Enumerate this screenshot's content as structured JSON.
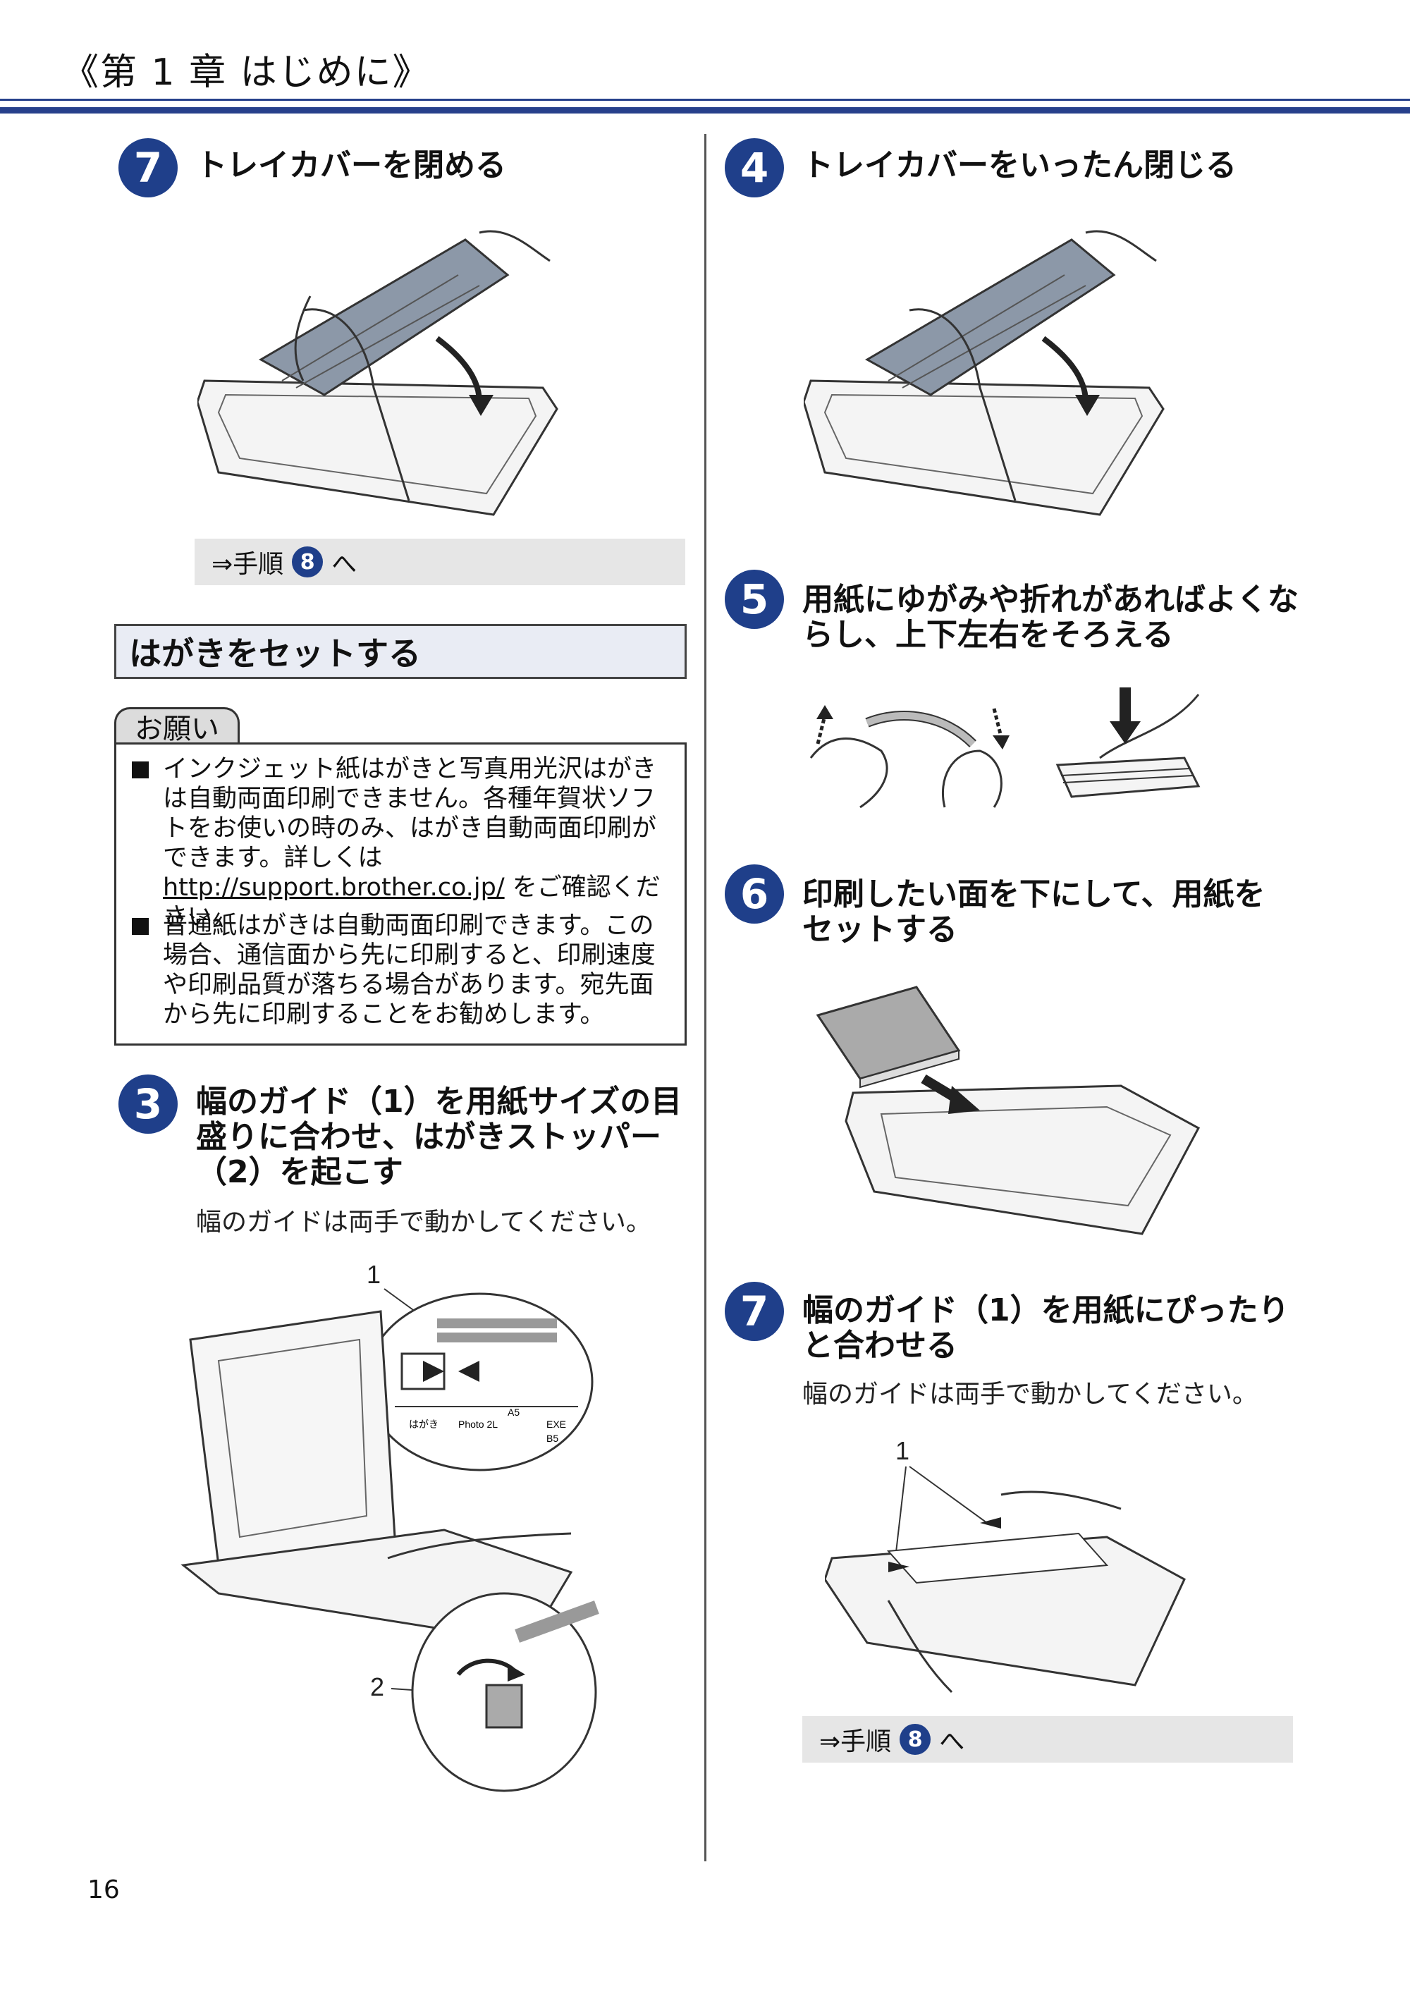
{
  "header": {
    "chapter": "《第 1 章 はじめに》"
  },
  "left": {
    "step7": {
      "number": "7",
      "title": "トレイカバーを閉める"
    },
    "ref1": {
      "prefix": "⇒手順",
      "num": "8",
      "suffix": "へ"
    },
    "section": {
      "title": "はがきをセットする"
    },
    "notice": {
      "tab": "お願い",
      "item1": {
        "before": "インクジェット紙はがきと写真用光沢はがきは自動両面印刷できません。各種年賀状ソフトをお使いの時のみ、はがき自動両面印刷ができます。詳しくは ",
        "link": "http://support.brother.co.jp/",
        "after": " をご確認ください。"
      },
      "item2": "普通紙はがきは自動両面印刷できます。この場合、通信面から先に印刷すると、印刷速度や印刷品質が落ちる場合があります。宛先面から先に印刷することをお勧めします。"
    },
    "step3": {
      "number": "3",
      "title_l1": "幅のガイド（1）を用紙サイズの目",
      "title_l2": "盛りに合わせ、はがきストッパー",
      "title_l3": "（2）を起こす",
      "sub": "幅のガイドは両手で動かしてください。",
      "callout1": "1",
      "callout2": "2",
      "scale_labels": [
        "はがき",
        "Photo 2L",
        "A5",
        "EXE",
        "B5"
      ]
    }
  },
  "right": {
    "step4": {
      "number": "4",
      "title": "トレイカバーをいったん閉じる"
    },
    "step5": {
      "number": "5",
      "title_l1": "用紙にゆがみや折れがあればよくな",
      "title_l2": "らし、上下左右をそろえる"
    },
    "step6": {
      "number": "6",
      "title_l1": "印刷したい面を下にして、用紙を",
      "title_l2": "セットする"
    },
    "step7": {
      "number": "7",
      "title_l1": "幅のガイド（1）を用紙にぴったり",
      "title_l2": "と合わせる",
      "sub": "幅のガイドは両手で動かしてください。",
      "callout1": "1"
    },
    "ref2": {
      "prefix": "⇒手順",
      "num": "8",
      "suffix": "へ"
    }
  },
  "footer": {
    "page_number": "16"
  }
}
